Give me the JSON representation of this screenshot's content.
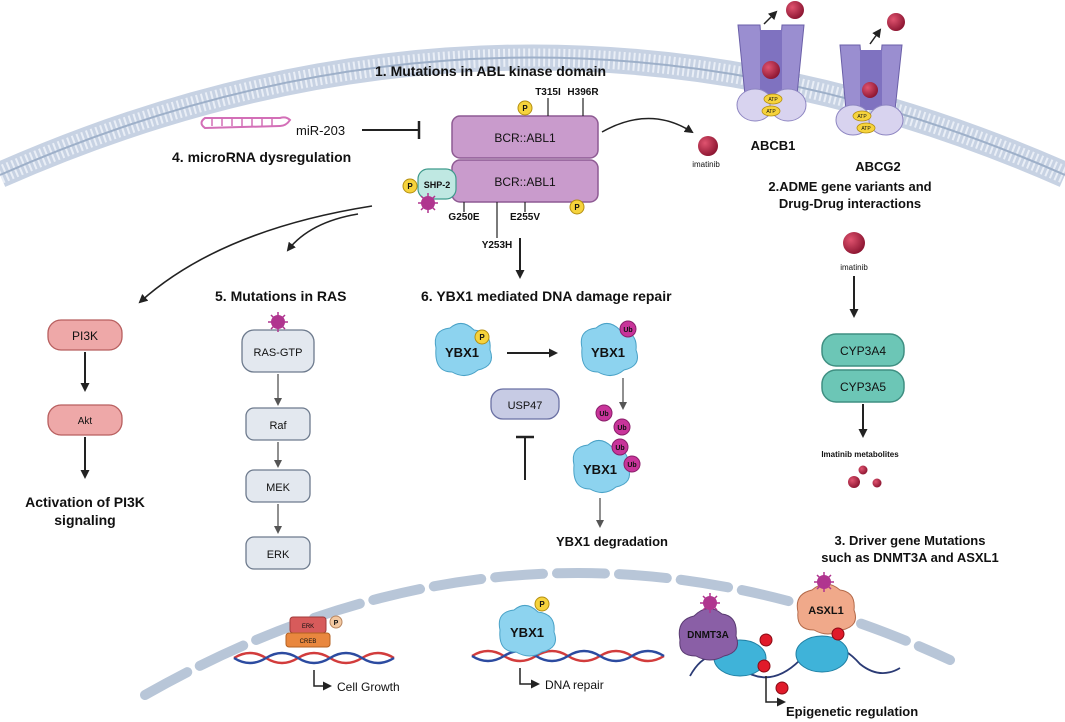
{
  "sections": {
    "s1": "1.  Mutations in ABL kinase domain",
    "s2_line1": "2.ADME gene variants and",
    "s2_line2": "Drug-Drug interactions",
    "s3_line1": "3. Driver gene Mutations",
    "s3_line2": "such as DNMT3A and ASXL1",
    "s4": "4. microRNA dysregulation",
    "s5": "5. Mutations in RAS",
    "s6": "6. YBX1 mediated DNA damage repair"
  },
  "bcr_abl": {
    "upper": "BCR::ABL1",
    "lower": "BCR::ABL1"
  },
  "mutations": {
    "t315i": "T315I",
    "h396r": "H396R",
    "g250e": "G250E",
    "e255v": "E255V",
    "y253h": "Y253H"
  },
  "mirna": "miR-203",
  "shp2": "SHP-2",
  "phospho": "P",
  "ub": "Ub",
  "transporters": {
    "abcb1": "ABCB1",
    "abcg2": "ABCG2",
    "atp": "ATP"
  },
  "drug": {
    "imatinib": "imatinib",
    "metabolites": "Imatinib metabolites"
  },
  "cyp": {
    "a4": "CYP3A4",
    "a5": "CYP3A5"
  },
  "pi3k_path": {
    "pi3k": "PI3K",
    "akt": "Akt",
    "outcome_line1": "Activation of PI3K",
    "outcome_line2": "signaling"
  },
  "ras_path": {
    "ras": "RAS-GTP",
    "raf": "Raf",
    "mek": "MEK",
    "erk": "ERK"
  },
  "ybx": {
    "name": "YBX1",
    "usp47": "USP47",
    "degradation": "YBX1 degradation"
  },
  "nucleus": {
    "erk": "ERK",
    "creb": "CREB",
    "ybx1": "YBX1",
    "dnmt3a": "DNMT3A",
    "asxl1": "ASXL1"
  },
  "outcomes": {
    "cell_growth": "Cell Growth",
    "dna_repair": "DNA repair",
    "epigenetic": "Epigenetic regulation"
  },
  "colors": {
    "bcr": "#c99bcc",
    "bcr_stroke": "#8e5a93",
    "pi3k": "#eea8a8",
    "cyp": "#6cc6b6",
    "ybx": "#8dd3ef",
    "ub": "#c8349a",
    "phospho": "#f6d33c",
    "virus": "#b0358f",
    "membrane": "#b9c7dc",
    "drug": "#a82040",
    "transporter": "#9a8ed0"
  }
}
